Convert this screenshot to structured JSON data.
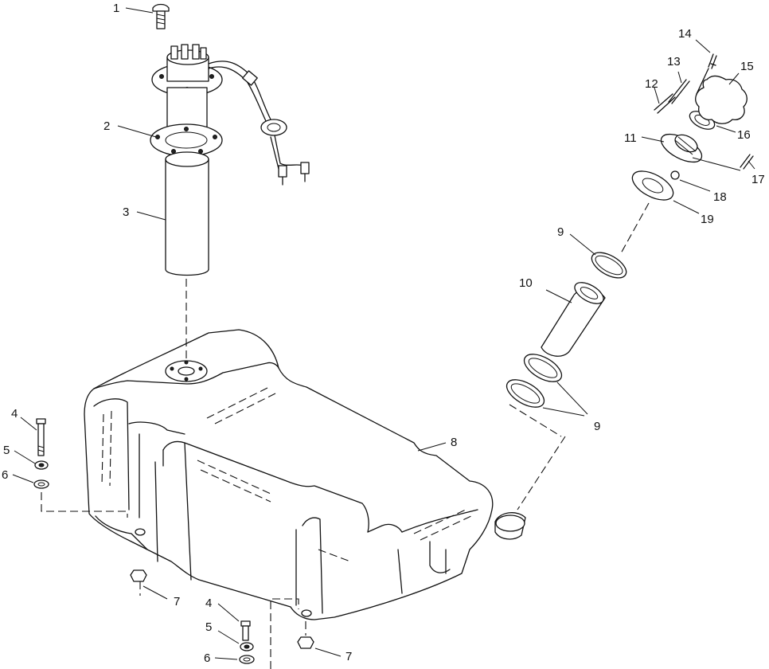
{
  "diagram": {
    "callouts": [
      {
        "id": "c1",
        "text": "1"
      },
      {
        "id": "c2",
        "text": "2"
      },
      {
        "id": "c3",
        "text": "3"
      },
      {
        "id": "c4a",
        "text": "4"
      },
      {
        "id": "c5a",
        "text": "5"
      },
      {
        "id": "c6a",
        "text": "6"
      },
      {
        "id": "c7a",
        "text": "7"
      },
      {
        "id": "c4b",
        "text": "4"
      },
      {
        "id": "c5b",
        "text": "5"
      },
      {
        "id": "c6b",
        "text": "6"
      },
      {
        "id": "c7b",
        "text": "7"
      },
      {
        "id": "c8",
        "text": "8"
      },
      {
        "id": "c9a",
        "text": "9"
      },
      {
        "id": "c9b",
        "text": "9"
      },
      {
        "id": "c10",
        "text": "10"
      },
      {
        "id": "c11",
        "text": "11"
      },
      {
        "id": "c12",
        "text": "12"
      },
      {
        "id": "c13",
        "text": "13"
      },
      {
        "id": "c14",
        "text": "14"
      },
      {
        "id": "c15",
        "text": "15"
      },
      {
        "id": "c16",
        "text": "16"
      },
      {
        "id": "c17",
        "text": "17"
      },
      {
        "id": "c18",
        "text": "18"
      },
      {
        "id": "c19",
        "text": "19"
      }
    ]
  }
}
